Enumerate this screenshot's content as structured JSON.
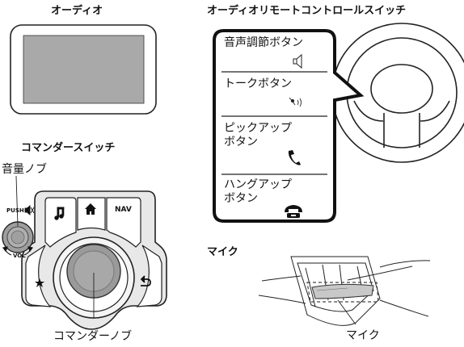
{
  "sections": {
    "audio": "オーディオ",
    "remote": "オーディオリモートコントロールスイッチ",
    "commander": "コマンダースイッチ",
    "mic": "マイク"
  },
  "labels": {
    "volume_knob": "音量ノブ",
    "commander_knob": "コマンダーノブ",
    "mic": "マイク"
  },
  "remote_buttons": [
    {
      "label": "音声調節ボタン",
      "icon": "volume-adjust-icon"
    },
    {
      "label": "トークボタン",
      "icon": "talk-icon"
    },
    {
      "label": "ピックアップ\nボタン",
      "icon": "phone-pickup-icon"
    },
    {
      "label": "ハングアップ\nボタン",
      "icon": "phone-hangup-icon"
    }
  ],
  "commander_buttons": {
    "music": "music-icon",
    "home": "home-icon",
    "nav": "NAV",
    "favorite": "star-icon",
    "back": "back-arrow-icon"
  },
  "knob_markings": {
    "push": "PUSH",
    "vol": "VOL"
  }
}
